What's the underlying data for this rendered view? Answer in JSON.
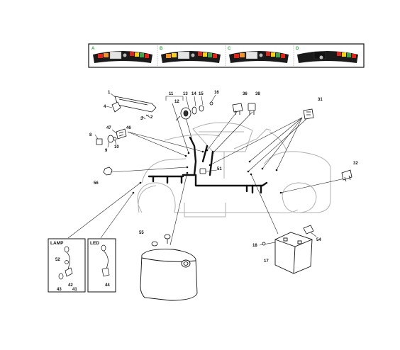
{
  "panel_strip": {
    "panels": [
      {
        "letter": "A",
        "letter_color": "#3aa845",
        "slot_color": "#e4e4e4"
      },
      {
        "letter": "B",
        "letter_color": "#3aa845",
        "slot_color": "#e4e4e4"
      },
      {
        "letter": "C",
        "letter_color": "#3aa845",
        "slot_color": "#e4e4e4"
      },
      {
        "letter": "D",
        "letter_color": "#3aa845",
        "slot_color": "#111111"
      }
    ],
    "colors": {
      "red": "#e2231a",
      "orange": "#f29423",
      "yellow": "#f7d117",
      "green": "#3aa845",
      "body": "#1a1a1a"
    }
  },
  "callouts": {
    "c1": "1",
    "c2": "2",
    "c3": "3",
    "c4": "4",
    "c8": "8",
    "c9": "9",
    "c10": "10",
    "c11": "11",
    "c12": "12",
    "c13": "13",
    "c14": "14",
    "c15": "15",
    "c16": "16",
    "c17": "17",
    "c18": "18",
    "c31": "31",
    "c32": "32",
    "c36": "36",
    "c38": "38",
    "c41": "41",
    "c42": "42",
    "c43": "43",
    "c44": "44",
    "c46": "46",
    "c47": "47",
    "c51": "51",
    "c52": "52",
    "c54": "54",
    "c55": "55",
    "c56": "56"
  },
  "insets": {
    "lamp": {
      "label": "LAMP"
    },
    "led": {
      "label": "LED"
    }
  }
}
